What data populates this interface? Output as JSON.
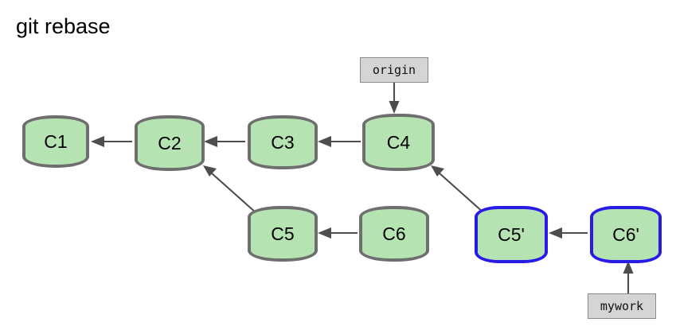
{
  "title": "git rebase",
  "colors": {
    "background": "#ffffff",
    "node_fill": "#b6e3b2",
    "node_border": "#6e6e6e",
    "rebased_border": "#2a1ae8",
    "label_fill": "#d4d4d4",
    "label_border": "#8a8a8a",
    "arrow": "#4d4d4d",
    "text": "#000000"
  },
  "commits": [
    {
      "id": "c1",
      "label": "C1",
      "row": "upstream",
      "rebased": false
    },
    {
      "id": "c2",
      "label": "C2",
      "row": "upstream",
      "rebased": false
    },
    {
      "id": "c3",
      "label": "C3",
      "row": "upstream",
      "rebased": false
    },
    {
      "id": "c4",
      "label": "C4",
      "row": "upstream",
      "rebased": false
    },
    {
      "id": "c5",
      "label": "C5",
      "row": "local",
      "rebased": false
    },
    {
      "id": "c6",
      "label": "C6",
      "row": "local",
      "rebased": false
    },
    {
      "id": "c5p",
      "label": "C5'",
      "row": "local",
      "rebased": true
    },
    {
      "id": "c6p",
      "label": "C6'",
      "row": "local",
      "rebased": true
    }
  ],
  "refs": [
    {
      "id": "origin",
      "label": "origin",
      "points_to": "c4",
      "direction": "down"
    },
    {
      "id": "mywork",
      "label": "mywork",
      "points_to": "c6p",
      "direction": "up"
    }
  ],
  "edges": [
    {
      "from": "c2",
      "to": "c1",
      "kind": "horizontal"
    },
    {
      "from": "c3",
      "to": "c2",
      "kind": "horizontal"
    },
    {
      "from": "c4",
      "to": "c3",
      "kind": "horizontal"
    },
    {
      "from": "c5",
      "to": "c2",
      "kind": "diagonal"
    },
    {
      "from": "c6",
      "to": "c5",
      "kind": "horizontal"
    },
    {
      "from": "c5p",
      "to": "c4",
      "kind": "diagonal"
    },
    {
      "from": "c6p",
      "to": "c5p",
      "kind": "horizontal"
    }
  ]
}
